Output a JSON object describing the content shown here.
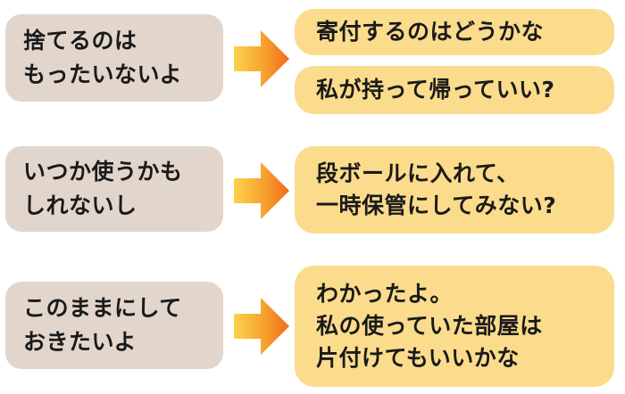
{
  "rows": [
    {
      "left": "捨てるのは\nもったいないよ",
      "right": [
        "寄付するのはどうかな",
        "私が持って帰っていい?"
      ]
    },
    {
      "left": "いつか使うかも\nしれないし",
      "right": [
        "段ボールに入れて、\n一時保管にしてみない?"
      ]
    },
    {
      "left": "このままにして\nおきたいよ",
      "right": [
        "わかったよ。\n私の使っていた部屋は\n片付けてもいいかな"
      ]
    }
  ],
  "colors": {
    "left_bubble": "#e2d6cc",
    "right_bubble": "#fbdc8c",
    "arrow_light": "#fbd34a",
    "arrow_dark": "#f26b1a"
  },
  "icons": [
    "arrow-right-icon"
  ]
}
